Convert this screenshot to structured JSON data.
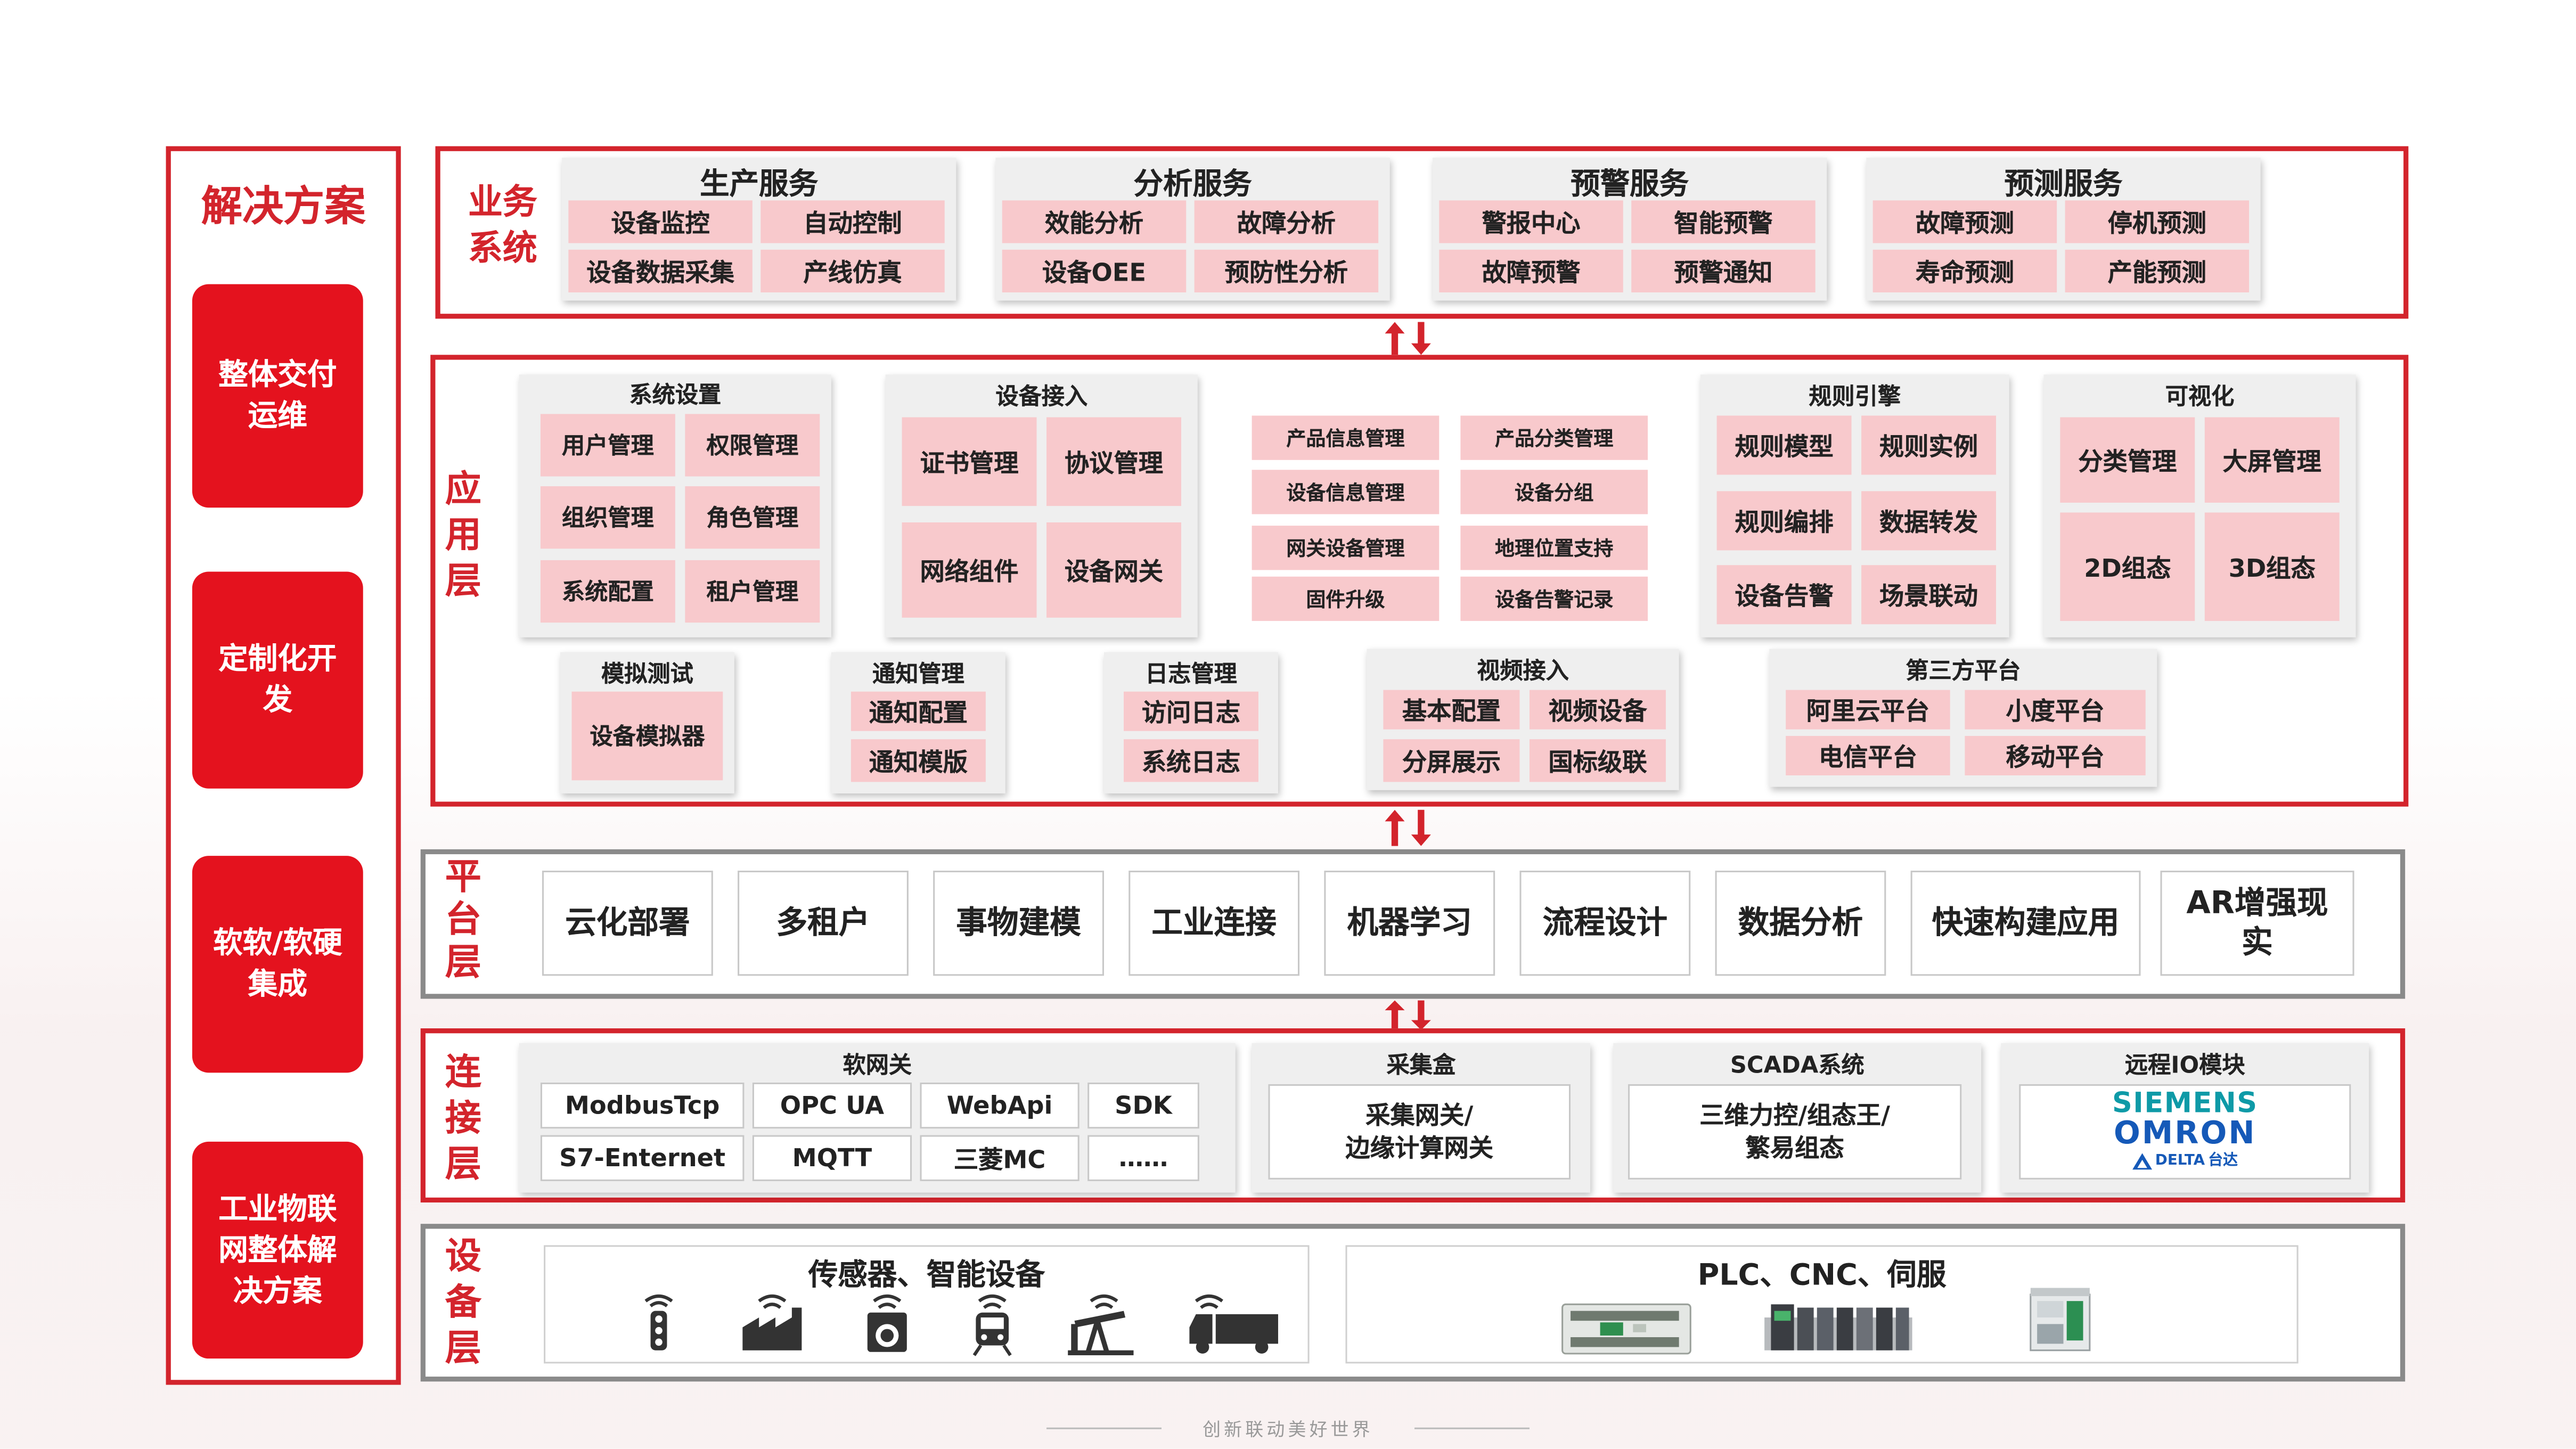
{
  "left": {
    "title": "解决方案",
    "items": [
      "整体交付运维",
      "定制化开发",
      "软软/软硬集成",
      "工业物联网整体解决方案"
    ]
  },
  "layers": {
    "business": "业务系统",
    "application": "应用层",
    "platform": "平台层",
    "connect": "连接层",
    "device": "设备层"
  },
  "business": {
    "groups": [
      {
        "title": "生产服务",
        "items": [
          "设备监控",
          "自动控制",
          "设备数据采集",
          "产线仿真"
        ]
      },
      {
        "title": "分析服务",
        "items": [
          "效能分析",
          "故障分析",
          "设备OEE",
          "预防性分析"
        ]
      },
      {
        "title": "预警服务",
        "items": [
          "警报中心",
          "智能预警",
          "故障预警",
          "预警通知"
        ]
      },
      {
        "title": "预测服务",
        "items": [
          "故障预测",
          "停机预测",
          "寿命预测",
          "产能预测"
        ]
      }
    ]
  },
  "application": {
    "system_settings": {
      "title": "系统设置",
      "items": [
        "用户管理",
        "权限管理",
        "组织管理",
        "角色管理",
        "系统配置",
        "租户管理"
      ]
    },
    "device_access": {
      "title": "设备接入",
      "items": [
        "证书管理",
        "协议管理",
        "网络组件",
        "设备网关"
      ]
    },
    "product": {
      "items": [
        "产品信息管理",
        "产品分类管理",
        "设备信息管理",
        "设备分组",
        "网关设备管理",
        "地理位置支持",
        "固件升级",
        "设备告警记录"
      ]
    },
    "rule_engine": {
      "title": "规则引擎",
      "items": [
        "规则模型",
        "规则实例",
        "规则编排",
        "数据转发",
        "设备告警",
        "场景联动"
      ]
    },
    "visual": {
      "title": "可视化",
      "items": [
        "分类管理",
        "大屏管理",
        "2D组态",
        "3D组态"
      ]
    },
    "simulation": {
      "title": "模拟测试",
      "items": [
        "设备模拟器"
      ]
    },
    "notify": {
      "title": "通知管理",
      "items": [
        "通知配置",
        "通知模版"
      ]
    },
    "log": {
      "title": "日志管理",
      "items": [
        "访问日志",
        "系统日志"
      ]
    },
    "video": {
      "title": "视频接入",
      "items": [
        "基本配置",
        "视频设备",
        "分屏展示",
        "国标级联"
      ]
    },
    "third": {
      "title": "第三方平台",
      "items": [
        "阿里云平台",
        "小度平台",
        "电信平台",
        "移动平台"
      ]
    }
  },
  "platform": {
    "items": [
      "云化部署",
      "多租户",
      "事物建模",
      "工业连接",
      "机器学习",
      "流程设计",
      "数据分析",
      "快速构建应用",
      "AR增强现实"
    ]
  },
  "connect": {
    "soft_gateway": {
      "title": "软网关",
      "items": [
        "ModbusTcp",
        "OPC UA",
        "WebApi",
        "SDK",
        "S7-Enternet",
        "MQTT",
        "三菱MC",
        "……"
      ]
    },
    "collect_box": {
      "title": "采集盒",
      "text_line1": "采集网关/",
      "text_line2": "边缘计算网关"
    },
    "scada": {
      "title": "SCADA系统",
      "text_line1": "三维力控/组态王/",
      "text_line2": "繁易组态"
    },
    "remote_io": {
      "title": "远程IO模块",
      "brands": [
        "SIEMENS",
        "OMRON",
        "DELTA",
        "台达"
      ]
    }
  },
  "device": {
    "sensors_title": "传感器、智能设备",
    "sensor_icons": [
      "traffic-light-icon",
      "factory-icon",
      "washing-machine-icon",
      "train-icon",
      "oil-pump-icon",
      "truck-icon"
    ],
    "plc_title": "PLC、CNC、伺服"
  },
  "footer": "创新联动美好世界",
  "colors": {
    "brand_red": "#d3242c",
    "button_red": "#e4121e",
    "cell_pink": "#f8c9cc",
    "frame_gray": "#8a8a8a"
  }
}
